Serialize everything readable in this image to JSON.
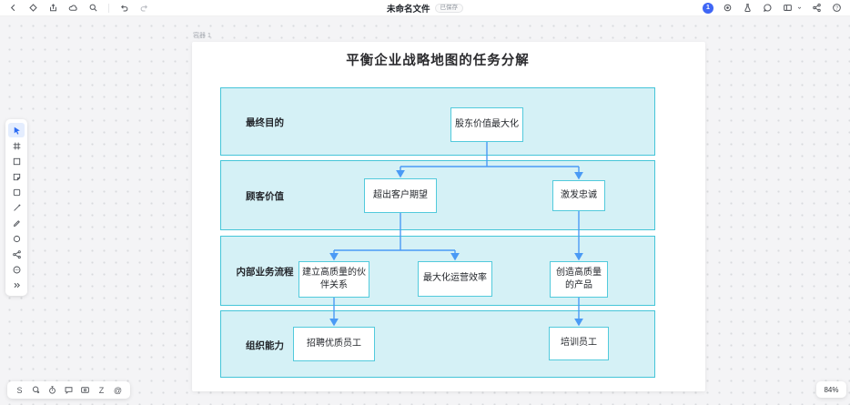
{
  "topbar": {
    "title": "未命名文件",
    "badge": "已保存",
    "avatar_text": "1",
    "help_glyph": "?",
    "left_icons": [
      "back",
      "shapes",
      "save",
      "cloud-sync",
      "search",
      "undo",
      "redo"
    ],
    "right_icons": [
      "avatar",
      "locate",
      "beta-flask",
      "comment",
      "layout",
      "share",
      "help"
    ]
  },
  "left_toolbar": {
    "tools": [
      "select",
      "frame",
      "shape",
      "sticky-note",
      "card",
      "line",
      "pencil",
      "ellipse",
      "connector",
      "more-tools",
      "expand"
    ],
    "active_tool": "select"
  },
  "bottom_toolbar": {
    "tools": [
      "laser",
      "lasso",
      "timer",
      "comment",
      "screen-record",
      "sequence",
      "mention"
    ],
    "glyph_s": "S",
    "glyph_z": "Z",
    "glyph_at": "@"
  },
  "zoom_indicator": "84%",
  "canvas": {
    "frame_label": "容器 1"
  },
  "diagram": {
    "title": "平衡企业战略地图的任务分解",
    "lanes": [
      {
        "label": "最终目的"
      },
      {
        "label": "顾客价值"
      },
      {
        "label": "内部业务流程"
      },
      {
        "label": "组织能力"
      }
    ],
    "nodes": [
      {
        "lane": 0,
        "text": "股东价值最大化"
      },
      {
        "lane": 1,
        "text": "超出客户期望"
      },
      {
        "lane": 1,
        "text": "激发忠诚"
      },
      {
        "lane": 2,
        "text": "建立高质量的伙伴关系"
      },
      {
        "lane": 2,
        "text": "最大化运营效率"
      },
      {
        "lane": 2,
        "text": "创造高质量的产品"
      },
      {
        "lane": 3,
        "text": "招聘优质员工"
      },
      {
        "lane": 3,
        "text": "培训员工"
      }
    ],
    "edges": [
      [
        "股东价值最大化",
        "超出客户期望"
      ],
      [
        "股东价值最大化",
        "激发忠诚"
      ],
      [
        "超出客户期望",
        "建立高质量的伙伴关系"
      ],
      [
        "超出客户期望",
        "最大化运营效率"
      ],
      [
        "激发忠诚",
        "创造高质量的产品"
      ],
      [
        "建立高质量的伙伴关系",
        "招聘优质员工"
      ],
      [
        "创造高质量的产品",
        "培训员工"
      ]
    ],
    "colors": {
      "lane_fill": "#d5f1f6",
      "lane_border": "#45c5d8",
      "node_border": "#52cadc",
      "connector": "#4a9af5"
    }
  }
}
